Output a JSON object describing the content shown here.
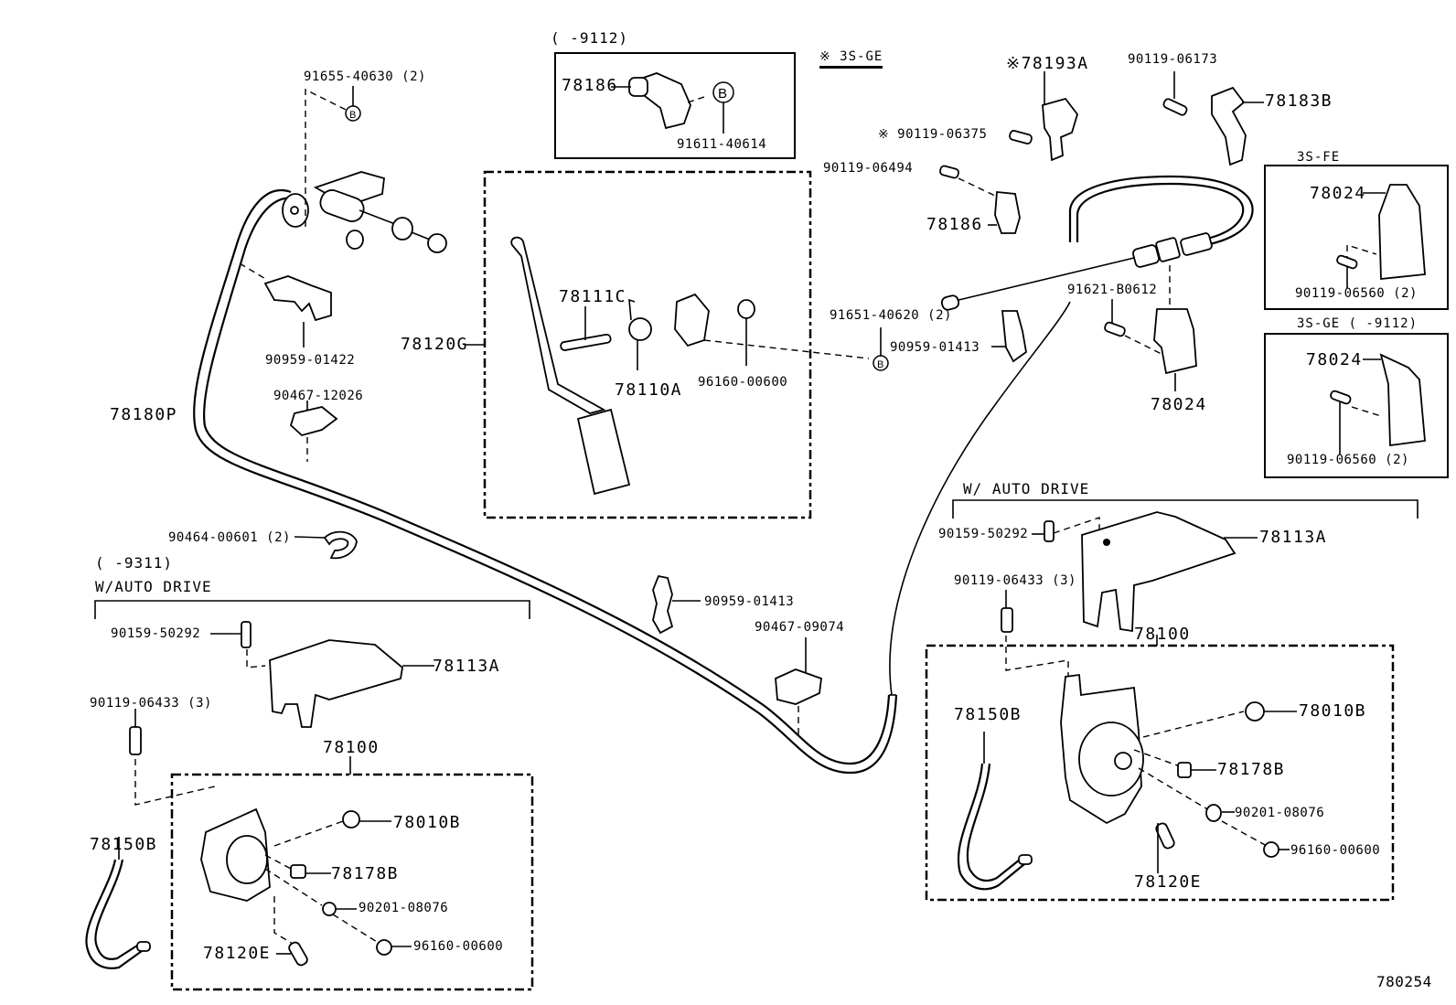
{
  "diagram": {
    "title": "Accelerator pedal, link and cable",
    "figure_number": "780254",
    "captions": {
      "upper_box_range": "(      -9112)",
      "engine_3sge_marker": "※ 3S-GE",
      "box_3sfe": "3S-FE",
      "box_3sge_range": "3S-GE (       -9112)",
      "auto_drive_right": "W/ AUTO DRIVE",
      "auto_drive_left_range": "(     -9311)",
      "auto_drive_left": "W/AUTO DRIVE"
    },
    "ref_marker": "B",
    "parts": {
      "p91655_40630": "91655-40630 (2)",
      "p78186_top": "78186",
      "p91611_40614": "91611-40614",
      "p78193A": "※78193A",
      "p90119_06173": "90119-06173",
      "p78183B": "78183B",
      "p90119_06375": "※ 90119-06375",
      "p90119_06494": "90119-06494",
      "p78186_right": "78186",
      "p78024_3sfe": "78024",
      "p90119_06560_3sfe": "90119-06560 (2)",
      "p78024_3sge": "78024",
      "p90119_06560_3sge": "90119-06560 (2)",
      "p91621_B0612": "91621-B0612",
      "p78024_main": "78024",
      "p91651_40620": "91651-40620 (2)",
      "p90959_01413_upper": "90959-01413",
      "p90959_01422": "90959-01422",
      "p90467_12026": "90467-12026",
      "p78180P": "78180P",
      "p78120G": "78120G",
      "p78111C": "78111C",
      "p78110A": "78110A",
      "p96160_00600_pedal": "96160-00600",
      "p90464_00601": "90464-00601 (2)",
      "p90959_01413_lower": "90959-01413",
      "p90467_09074": "90467-09074",
      "left": {
        "p90159_50292": "90159-50292",
        "p78113A": "78113A",
        "p90119_06433": "90119-06433 (3)",
        "p78100": "78100",
        "p78150B": "78150B",
        "p78010B": "78010B",
        "p78178B": "78178B",
        "p90201_08076": "90201-08076",
        "p96160_00600": "96160-00600",
        "p78120E": "78120E"
      },
      "right": {
        "p90159_50292": "90159-50292",
        "p78113A": "78113A",
        "p90119_06433": "90119-06433 (3)",
        "p78100": "78100",
        "p78150B": "78150B",
        "p78010B": "78010B",
        "p78178B": "78178B",
        "p90201_08076": "90201-08076",
        "p96160_00600": "96160-00600",
        "p78120E": "78120E"
      }
    }
  }
}
